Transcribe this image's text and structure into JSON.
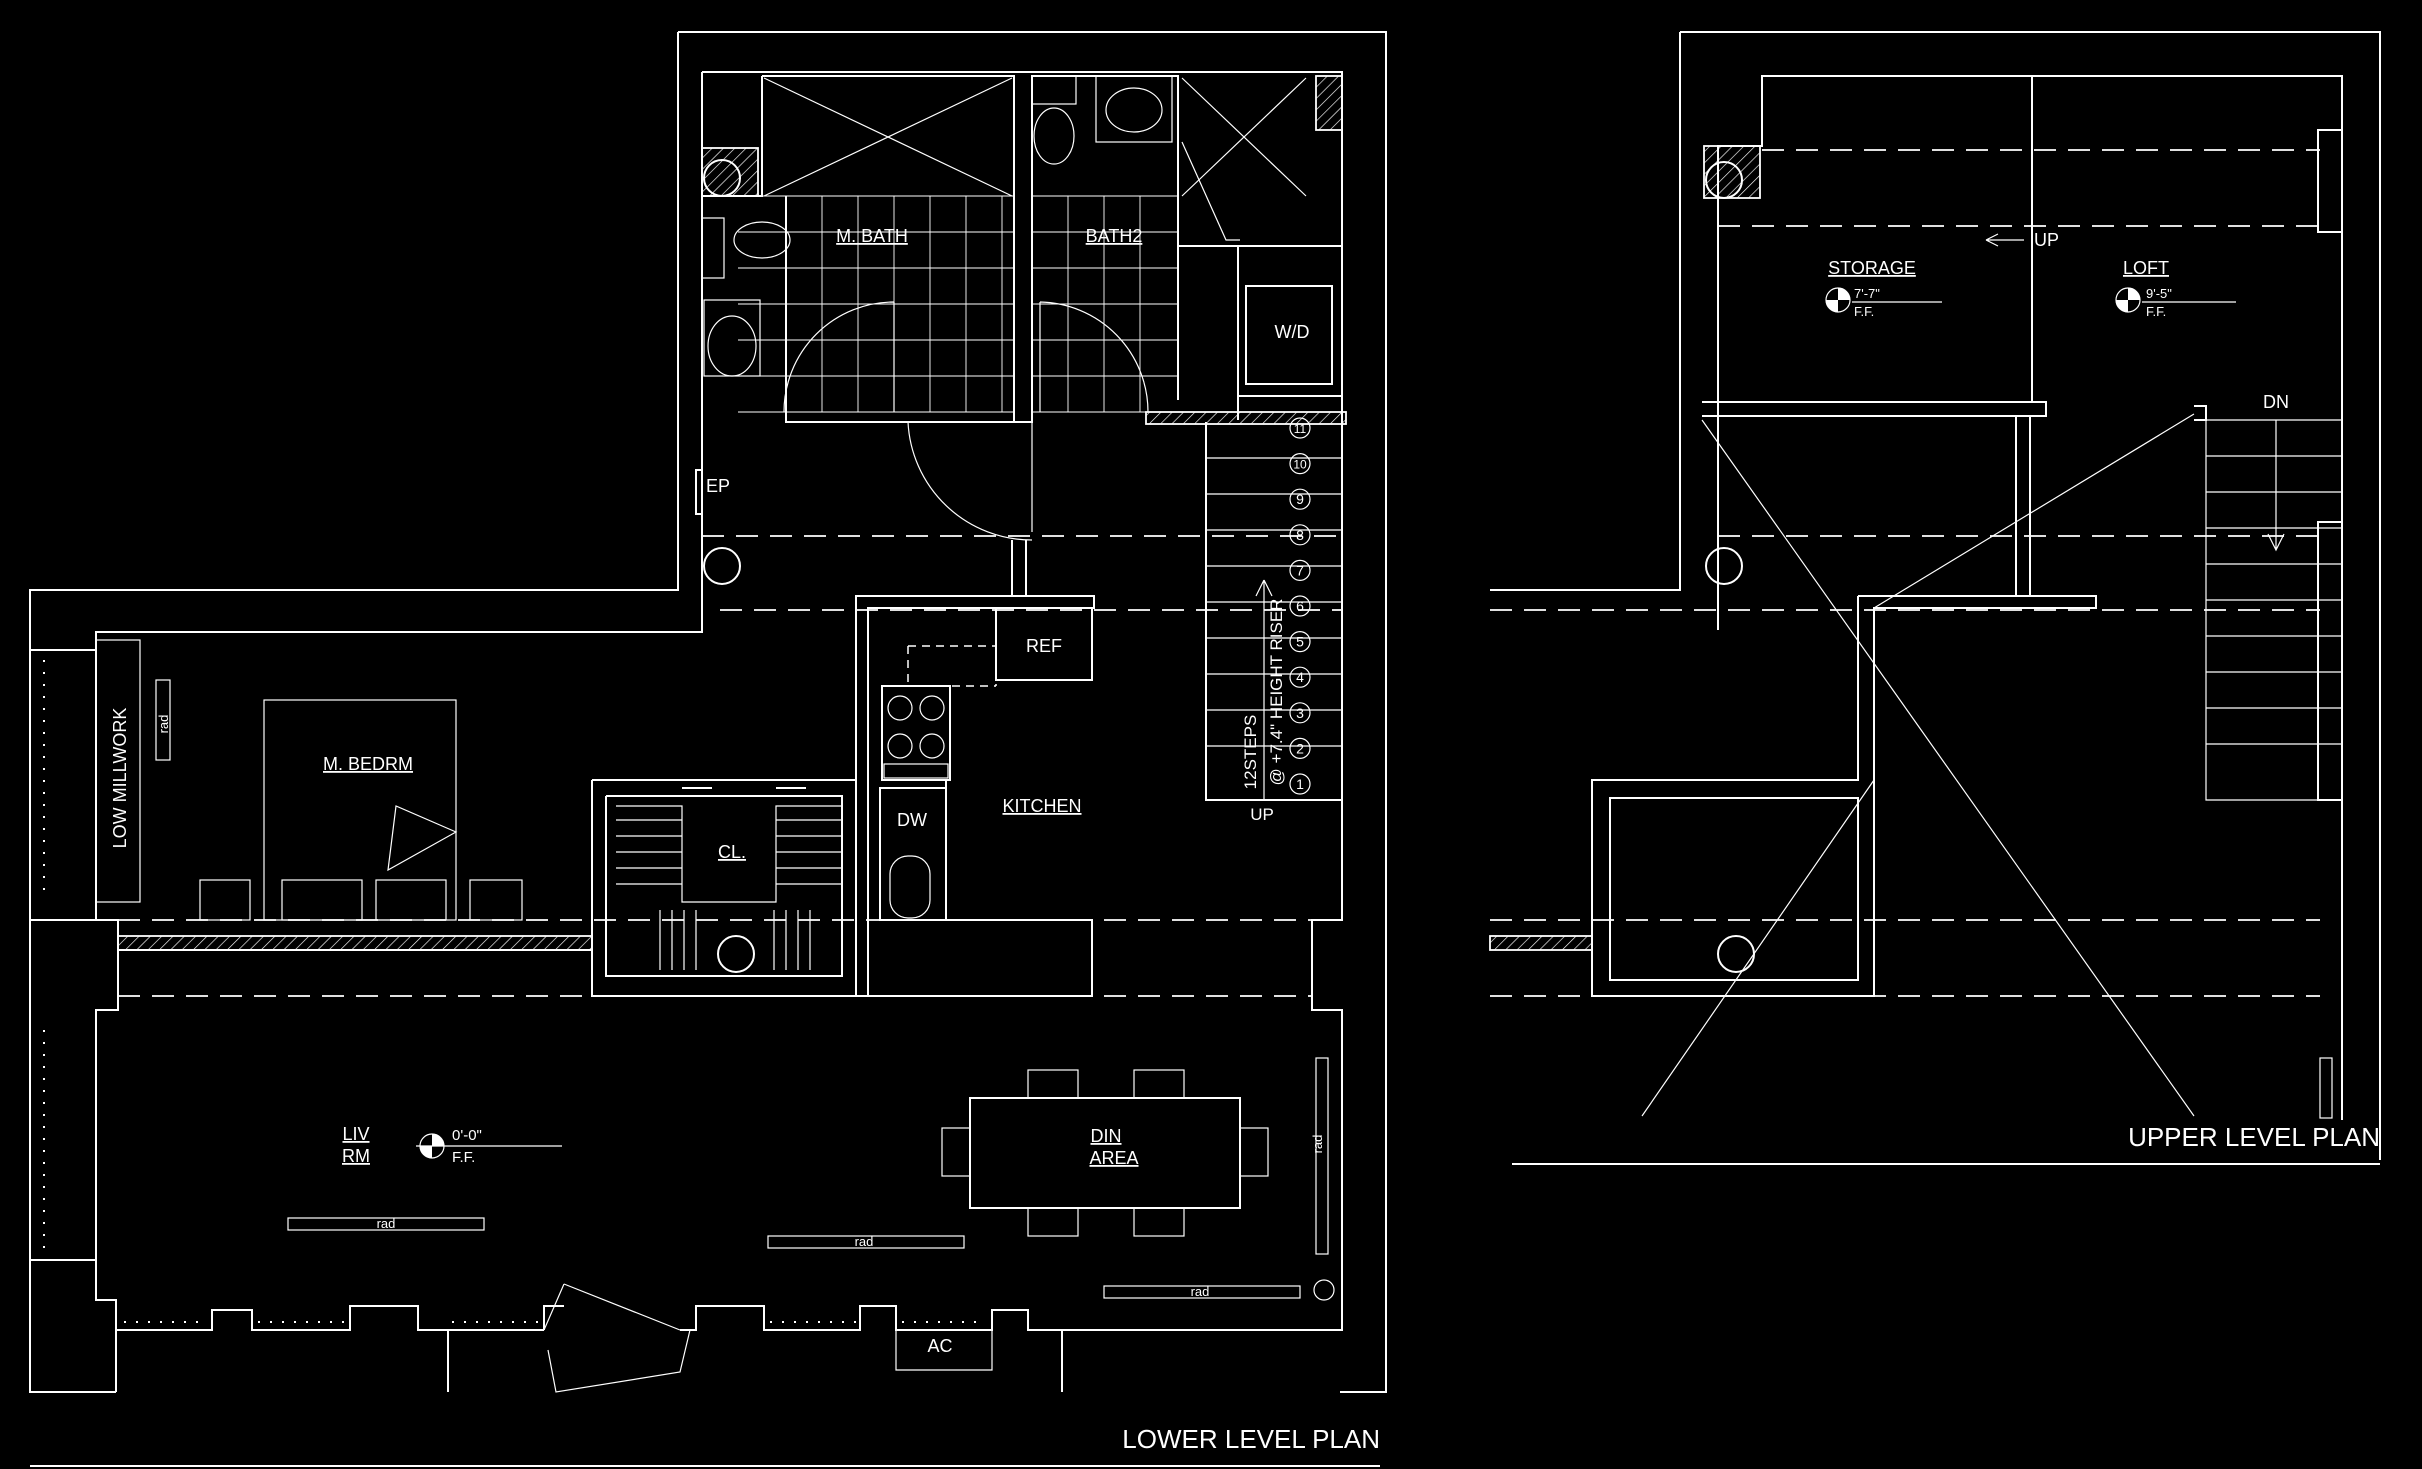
{
  "colors": {
    "background": "#000000",
    "linework": "#ffffff"
  },
  "lower_level": {
    "plan_title": "LOWER LEVEL PLAN",
    "rooms": {
      "master_bath": "M. BATH",
      "bath2": "BATH2",
      "washer_dryer": "W/D",
      "electrical_panel": "EP",
      "refrigerator": "REF",
      "kitchen": "KITCHEN",
      "dishwasher": "DW",
      "closet": "CL.",
      "master_bedroom": "M. BEDRM",
      "low_millwork": "LOW MILLWORK",
      "living_room_line1": "LIV",
      "living_room_line2": "RM",
      "dining_line1": "DIN",
      "dining_line2": "AREA",
      "air_conditioner": "AC"
    },
    "radiator_label": "rad",
    "elevation": {
      "value": "0'-0\"",
      "ref": "F.F."
    },
    "stair": {
      "steps_label": "12STEPS",
      "riser_label": "@ +7.4\" HEIGHT RISER",
      "direction": "UP",
      "step_numbers": [
        "1",
        "2",
        "3",
        "4",
        "5",
        "6",
        "7",
        "8",
        "9",
        "10",
        "11"
      ]
    }
  },
  "upper_level": {
    "plan_title": "UPPER LEVEL PLAN",
    "rooms": {
      "storage": "STORAGE",
      "loft": "LOFT"
    },
    "storage_elevation": {
      "value": "7'-7\"",
      "ref": "F.F."
    },
    "loft_elevation": {
      "value": "9'-5\"",
      "ref": "F.F."
    },
    "up_label": "UP",
    "down_label": "DN"
  }
}
